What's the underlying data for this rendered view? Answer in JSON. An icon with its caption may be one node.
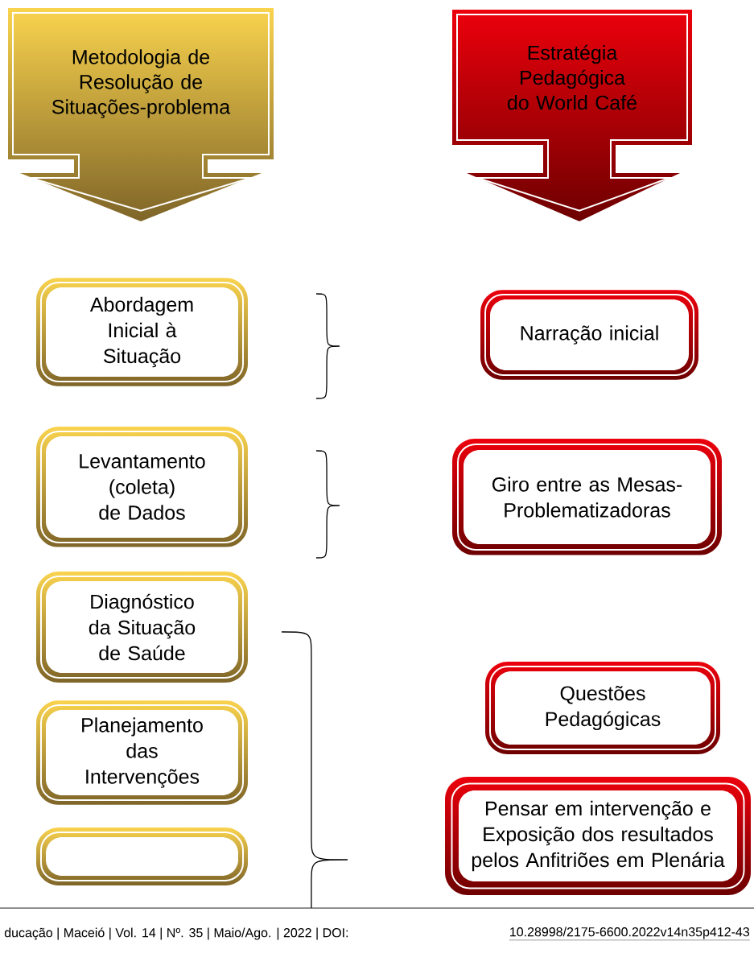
{
  "diagram": {
    "nodes": [
      {
        "text": [
          "Metodologia de Resolução de Situações-problema"
        ]
      },
      {
        "text": [
          "Estratégia Pedagógica do World Café"
        ]
      },
      {
        "text": [
          "Abordagem Inicial à Situação"
        ]
      },
      {
        "text": [
          "Levantamento (coleta) de Dados"
        ]
      },
      {
        "text": [
          "Diagnóstico da Situação de Saúde"
        ]
      },
      {
        "text": [
          "Planejamento das Intervenções"
        ]
      },
      {
        "text": [],
        "shape": "box"
      },
      {
        "text": [
          "Narração inicial"
        ]
      },
      {
        "text": [
          "Giro entre as Mesas-Problematizadoras"
        ]
      },
      {
        "text": [
          "Questões Pedagógicas"
        ]
      },
      {
        "text": [
          "Pensar em intervenção e Exposição dos resultados pelos Anfitriões em Plenária"
        ]
      }
    ],
    "labels": [
      "ducação | Maceió | Vol. 14 | Nº. 35 | Maio/Ago. | 2022 | DOI:",
      "10.28998/2175-6600.2022v14n35p412-43"
    ]
  }
}
